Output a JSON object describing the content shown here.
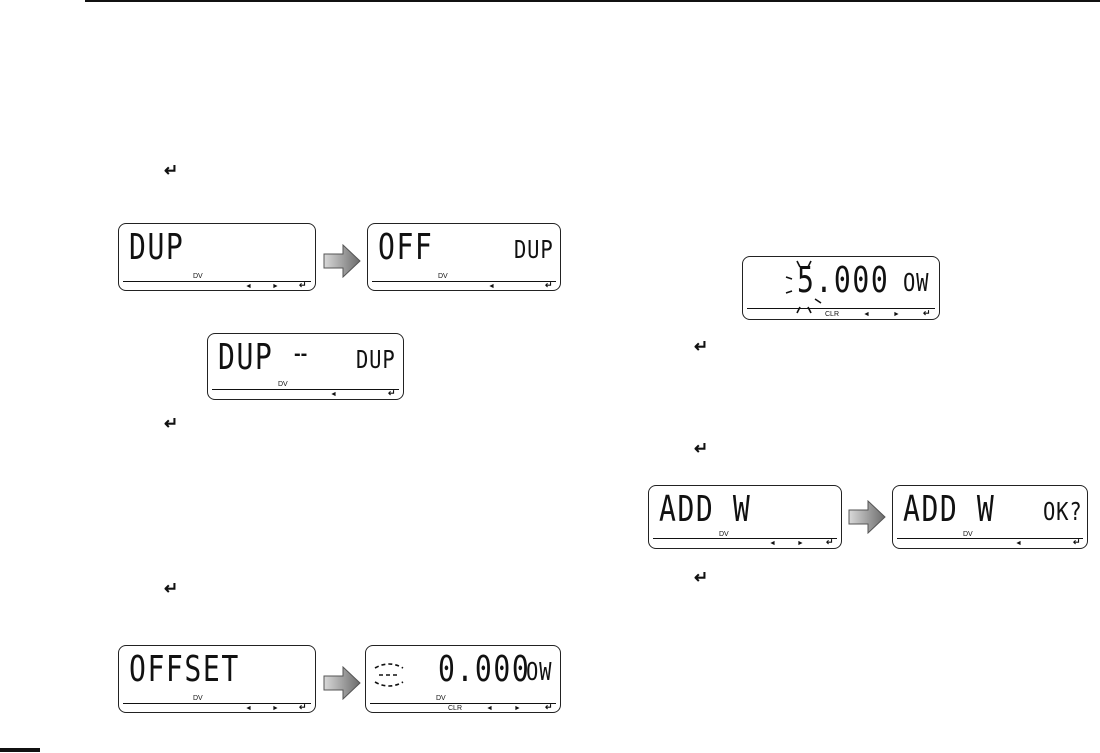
{
  "icons": {
    "enter": "↵",
    "arrow_left": "◄",
    "arrow_right": "►"
  },
  "enter_glyph": "↵",
  "lcd": {
    "dup_menu": {
      "main": "DUP",
      "mode": "DV"
    },
    "dup_off": {
      "main": "OFF",
      "right": "DUP",
      "mode": "DV"
    },
    "dup_minus": {
      "main": "DUP",
      "right": "DUP",
      "mode": "DV"
    },
    "offset_menu": {
      "main": "OFFSET",
      "mode": "DV"
    },
    "offset_value": {
      "main": "0.000",
      "right": "OW",
      "mode": "DV",
      "clr": "CLR"
    },
    "offset_5000": {
      "main": "5.000",
      "right": "OW",
      "clr": "CLR"
    },
    "add_w": {
      "main": "ADD W",
      "mode": "DV"
    },
    "add_w_ok": {
      "main": "ADD W",
      "right": "OK?",
      "mode": "DV"
    }
  },
  "colors": {
    "arrow_light": "#d9d9d9",
    "arrow_dark": "#6b6b6b"
  }
}
